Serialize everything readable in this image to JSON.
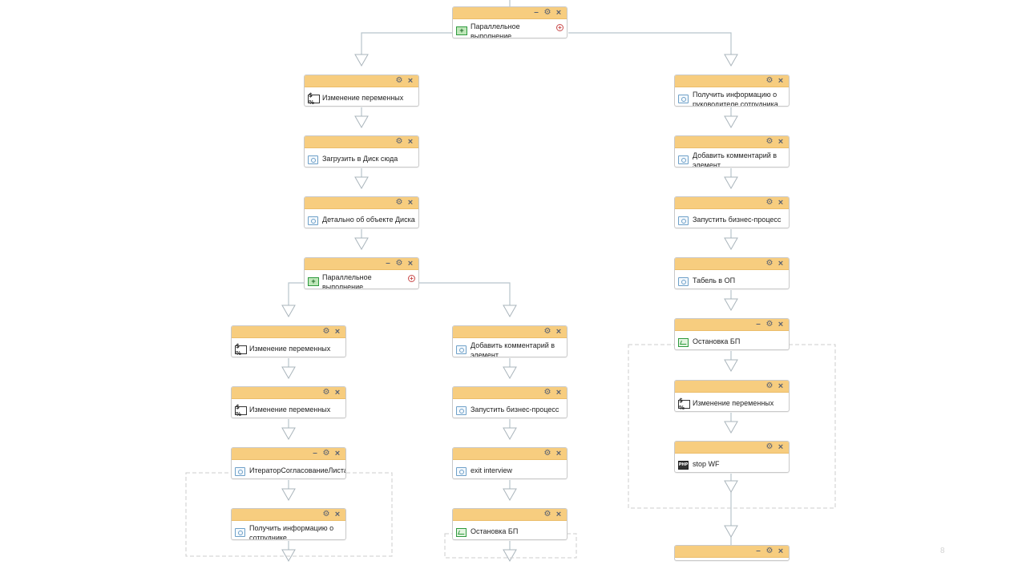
{
  "blocks": {
    "par_top": {
      "title": "Параллельное выполнение"
    },
    "l_var1": {
      "title": "Изменение переменных"
    },
    "l_upload": {
      "title": "Загрузить в Диск сюда"
    },
    "l_disk": {
      "title": "Детально об объекте Диска"
    },
    "par_mid": {
      "title": "Параллельное выполнение"
    },
    "ll_var1": {
      "title": "Изменение переменных"
    },
    "ll_var2": {
      "title": "Изменение переменных"
    },
    "ll_iter": {
      "title": "ИтераторСогласованиеЛиста"
    },
    "ll_getinfo": {
      "title": "Получить информацию о сотруднике"
    },
    "lm_comment": {
      "title": "Добавить комментарий в элемент"
    },
    "lm_run": {
      "title": "Запустить бизнес-процесс"
    },
    "lm_exit": {
      "title": "exit interview"
    },
    "lm_stop": {
      "title": "Остановка БП"
    },
    "r_manager": {
      "title": "Получить информацию о руководителе сотрудника"
    },
    "r_comment": {
      "title": "Добавить комментарий в элемент"
    },
    "r_run": {
      "title": "Запустить бизнес-процесс"
    },
    "r_tabel": {
      "title": "Табель в ОП"
    },
    "r_stop": {
      "title": "Остановка БП"
    },
    "r_var": {
      "title": "Изменение переменных"
    },
    "r_php": {
      "title": "stop WF"
    },
    "r_bottom": {
      "title": ""
    }
  },
  "icons": {
    "variables": "$ %",
    "php": "PHP"
  },
  "colors": {
    "header": "#f7cd7f",
    "connector": "#b7c4cc",
    "group_border": "#cccccc"
  },
  "page_number": "8"
}
